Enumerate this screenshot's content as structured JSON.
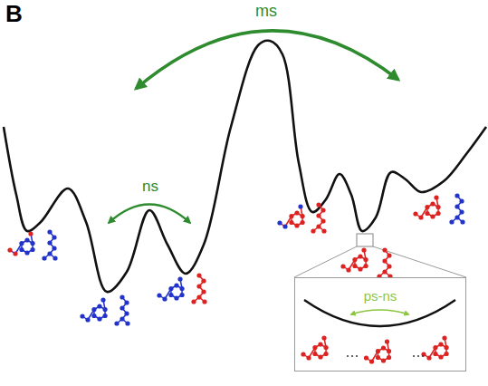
{
  "diagram": {
    "nodes": [
      {
        "text": [
          "ps-ns"
        ]
      }
    ],
    "labels": [
      "B",
      "ms",
      "ns"
    ]
  }
}
